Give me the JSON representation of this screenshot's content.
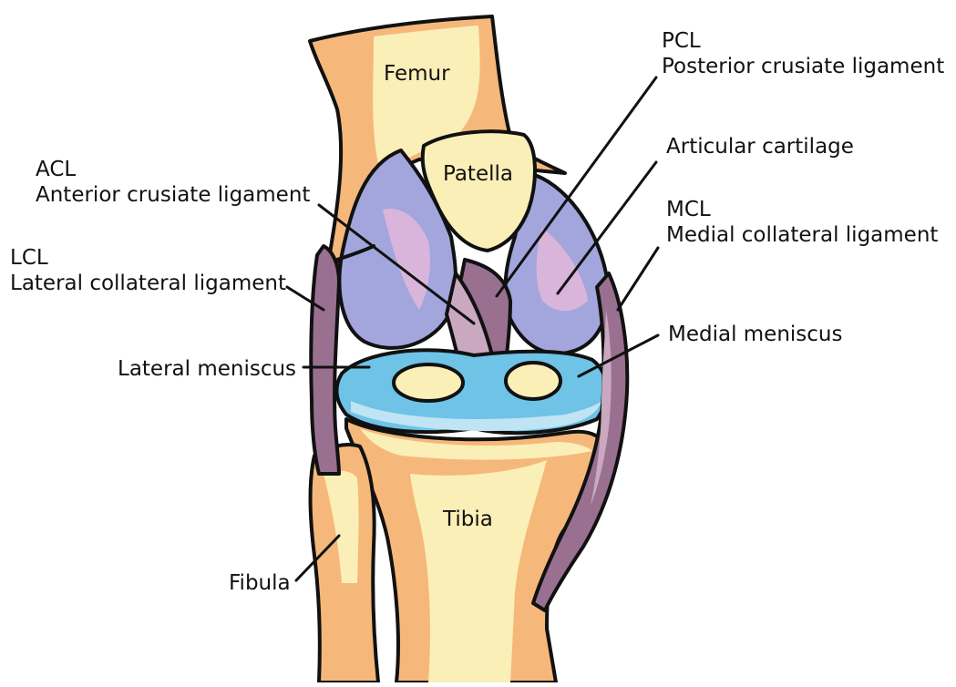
{
  "labels": {
    "femur": "Femur",
    "patella": "Patella",
    "tibia": "Tibia",
    "fibula": "Fibula",
    "pcl_abbr": "PCL",
    "pcl_full": "Posterior crusiate ligament",
    "articular_cartilage": "Articular cartilage",
    "acl_abbr": "ACL",
    "acl_full": "Anterior crusiate ligament",
    "mcl_abbr": "MCL",
    "mcl_full": "Medial collateral ligament",
    "lcl_abbr": "LCL",
    "lcl_full": "Lateral collateral ligament",
    "medial_meniscus": "Medial meniscus",
    "lateral_meniscus": "Lateral meniscus"
  },
  "colors": {
    "bone_light": "#fbefb8",
    "bone_dark": "#f5b87a",
    "cartilage": "#a3a6dc",
    "cartilage_highlight": "#d9b5dc",
    "meniscus": "#6ec3e6",
    "meniscus_light": "#bfe4f3",
    "ligament": "#9a7090",
    "ligament_light": "#c9a8c0",
    "outline": "#111111"
  }
}
